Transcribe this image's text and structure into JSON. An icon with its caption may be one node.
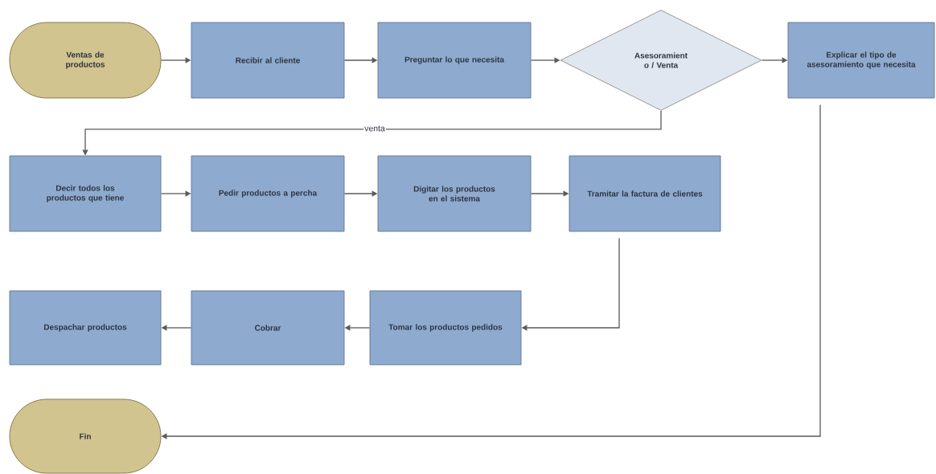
{
  "diagram": {
    "nodes": [
      {
        "text": [
          "Ventas de productos"
        ]
      },
      {
        "text": [
          "Recibir al cliente"
        ]
      },
      {
        "text": [
          "Preguntar lo que necesita"
        ]
      },
      {
        "text": [
          "Asesoramient o / Venta"
        ]
      },
      {
        "text": [
          "Explicar el tipo de asesoramiento que necesita"
        ]
      },
      {
        "text": [
          "Decir todos los productos que tiene"
        ]
      },
      {
        "text": [
          "Pedir productos a percha"
        ]
      },
      {
        "text": [
          "Digitar los productos en el sistema"
        ]
      },
      {
        "text": [
          "Tramitar la factura de clientes"
        ]
      },
      {
        "text": [
          "Tomar los productos pedidos"
        ]
      },
      {
        "text": [
          "Cobrar"
        ]
      },
      {
        "text": [
          "Despachar productos"
        ]
      },
      {
        "text": [
          "Fin"
        ]
      }
    ],
    "edges": [
      {
        "from": 0,
        "to": 1,
        "arrow": "to"
      },
      {
        "from": 1,
        "to": 2,
        "arrow": "to"
      },
      {
        "from": 2,
        "to": 3,
        "arrow": "to"
      },
      {
        "from": 3,
        "to": 4,
        "arrow": "to"
      },
      {
        "from": 3,
        "to": 5,
        "arrow": "to",
        "label": "venta"
      },
      {
        "from": 5,
        "to": 6,
        "arrow": "to"
      },
      {
        "from": 6,
        "to": 7,
        "arrow": "to"
      },
      {
        "from": 7,
        "to": 8,
        "arrow": "to"
      },
      {
        "from": 8,
        "to": 9,
        "arrow": "to"
      },
      {
        "from": 9,
        "to": 10,
        "arrow": "to"
      },
      {
        "from": 10,
        "to": 11,
        "arrow": "to"
      },
      {
        "from": 4,
        "to": 12,
        "arrow": "to"
      }
    ]
  }
}
